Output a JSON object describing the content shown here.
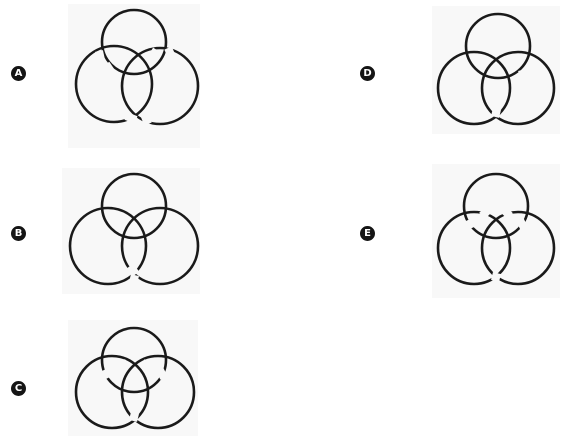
{
  "options": [
    {
      "id": "A",
      "label": "A"
    },
    {
      "id": "B",
      "label": "B"
    },
    {
      "id": "C",
      "label": "C"
    },
    {
      "id": "D",
      "label": "D"
    },
    {
      "id": "E",
      "label": "E"
    }
  ]
}
